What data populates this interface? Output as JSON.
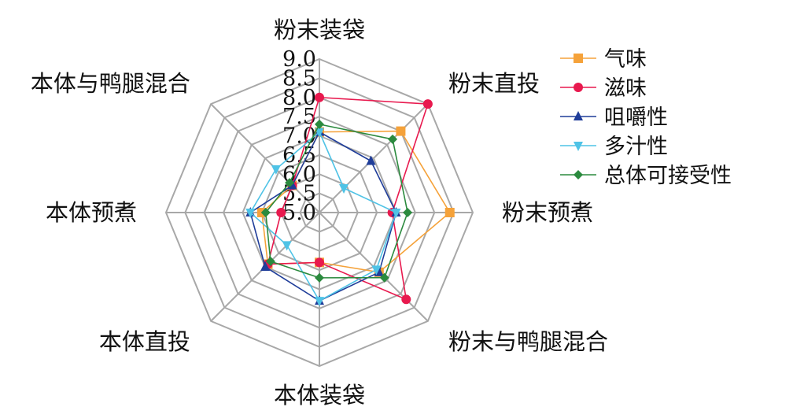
{
  "chart_data": {
    "type": "radar",
    "categories": [
      "粉末装袋",
      "粉末直投",
      "粉末预煮",
      "粉末与鸭腿混合",
      "本体装袋",
      "本体直投",
      "本体预煮",
      "本体与鸭腿混合"
    ],
    "rlim": [
      5.0,
      9.0
    ],
    "ticks": [
      "5.0",
      "5.5",
      "6.0",
      "6.5",
      "7.0",
      "7.5",
      "8.0",
      "8.5",
      "9.0"
    ],
    "grid": true,
    "legend_position": "top-right",
    "series": [
      {
        "name": "气味",
        "color": "#f5a23a",
        "marker": "square",
        "values": [
          7.1,
          8.0,
          8.4,
          7.2,
          6.3,
          6.9,
          6.5,
          6.0
        ]
      },
      {
        "name": "滋味",
        "color": "#e8194e",
        "marker": "circle",
        "values": [
          8.0,
          9.0,
          6.9,
          8.2,
          6.3,
          6.9,
          6.0,
          6.0
        ]
      },
      {
        "name": "咀嚼性",
        "color": "#1f3d99",
        "marker": "triangle-up",
        "values": [
          7.1,
          6.9,
          7.0,
          7.2,
          7.3,
          7.0,
          6.8,
          6.0
        ]
      },
      {
        "name": "多汁性",
        "color": "#4fc3e6",
        "marker": "triangle-down",
        "values": [
          7.1,
          5.9,
          7.0,
          7.1,
          7.3,
          6.2,
          6.8,
          6.6
        ]
      },
      {
        "name": "总体可接受性",
        "color": "#2b8a3e",
        "marker": "diamond",
        "values": [
          7.3,
          7.7,
          7.3,
          7.4,
          6.7,
          6.8,
          6.4,
          6.1
        ]
      }
    ]
  }
}
